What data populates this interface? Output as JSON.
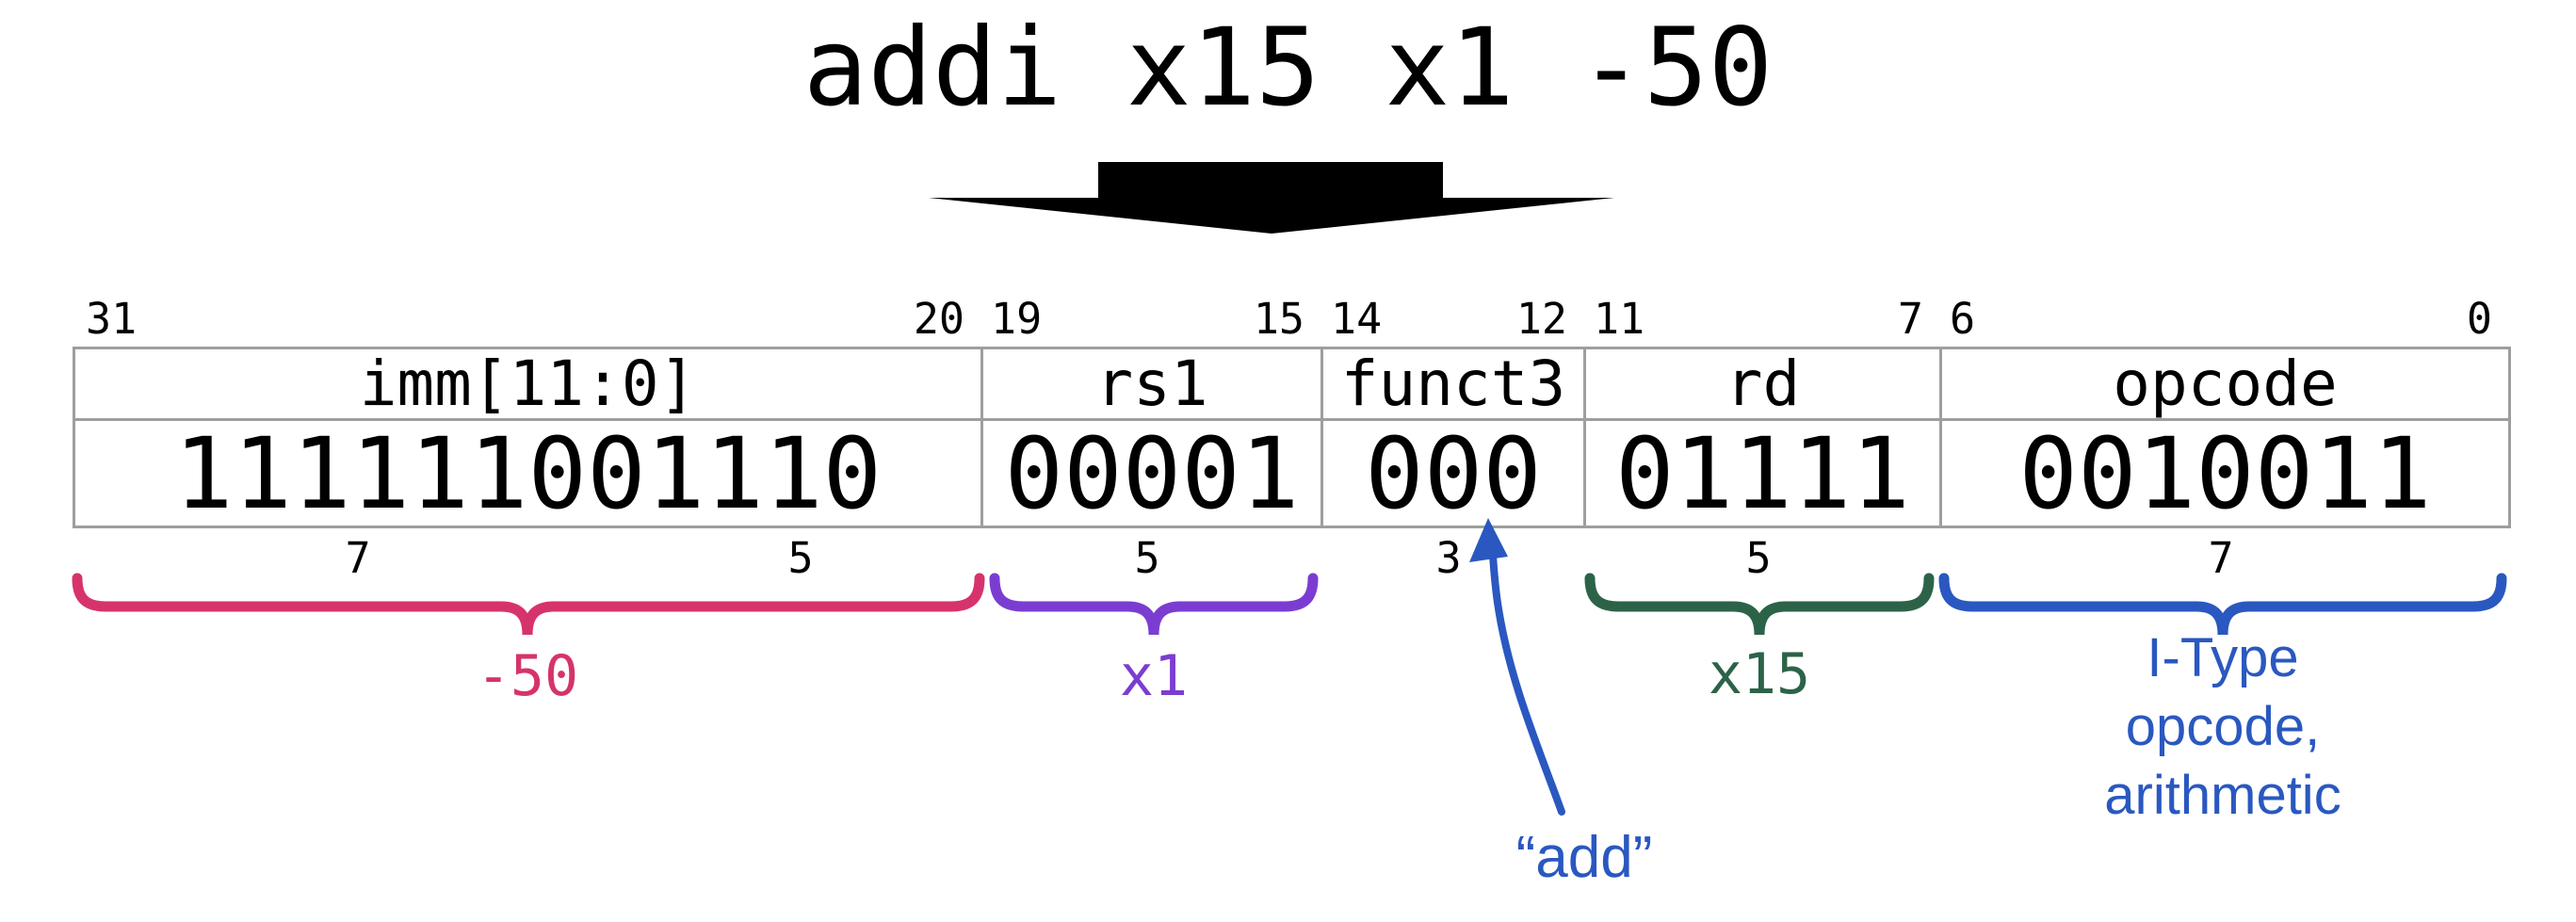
{
  "title": "addi x15 x1 -50",
  "colors": {
    "imm": "#d6336c",
    "rs1": "#7b3dd1",
    "rd": "#2c6348",
    "blue": "#2a58c0",
    "table_border": "#9e9e9e",
    "ink": "#000000"
  },
  "fields": [
    {
      "name": "imm[11:0]",
      "hi_bit": "31",
      "lo_bit": "20",
      "value": "111111001110",
      "meaning": "-50"
    },
    {
      "name": "rs1",
      "hi_bit": "19",
      "lo_bit": "15",
      "value": "00001",
      "meaning": "x1"
    },
    {
      "name": "funct3",
      "hi_bit": "14",
      "lo_bit": "12",
      "value": "000",
      "meaning": "“add”"
    },
    {
      "name": "rd",
      "hi_bit": "11",
      "lo_bit": "7",
      "value": "01111",
      "meaning": "x15"
    },
    {
      "name": "opcode",
      "hi_bit": "6",
      "lo_bit": "0",
      "value": "0010011",
      "meaning_lines": [
        "I-Type",
        "opcode,",
        "arithmetic"
      ]
    }
  ],
  "bit_width_labels": [
    "7",
    "5",
    "5",
    "3",
    "5",
    "7"
  ]
}
